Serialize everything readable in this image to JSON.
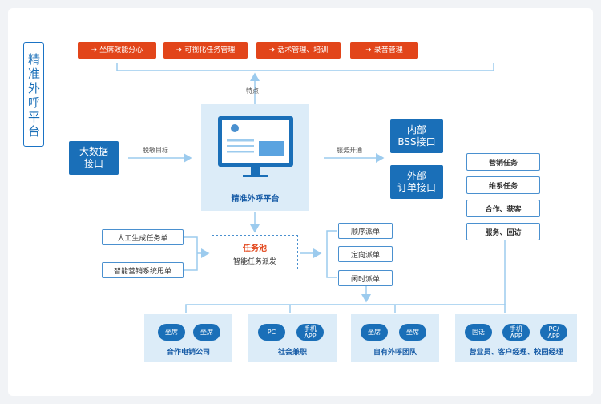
{
  "title": "精准外呼平台",
  "features": [
    "坐席效能分心",
    "可视化任务管理",
    "话术管理、培训",
    "录音管理"
  ],
  "feature_prefix": "➔",
  "features_label": "特点",
  "bigdata": "大数据\n接口",
  "desensitize_label": "脱敏目标",
  "platform_label": "精准外呼平台",
  "service_label": "服务开通",
  "bss": "内部\nBSS接口",
  "order": "外部\n订单接口",
  "right_tasks": [
    "营销任务",
    "维系任务",
    "合作、获客",
    "服务、回访"
  ],
  "sources": [
    "人工生成任务单",
    "智能营销系统甩单"
  ],
  "pool_title": "任务池",
  "pool_sub": "智能任务派发",
  "dispatch": [
    "顺序派单",
    "定向派单",
    "闲时派单"
  ],
  "groups": [
    {
      "label": "合作电销公司",
      "pills": [
        "坐席",
        "坐席"
      ]
    },
    {
      "label": "社会兼职",
      "pills": [
        "PC",
        "手机\nAPP"
      ]
    },
    {
      "label": "自有外呼团队",
      "pills": [
        "坐席",
        "坐席"
      ]
    },
    {
      "label": "营业员、客户经理、校园经理",
      "pills": [
        "固话",
        "手机\nAPP",
        "PC/\nAPP"
      ]
    }
  ],
  "colors": {
    "accent": "#e2451a",
    "brand": "#1a6fb8",
    "panel": "#dcecf8",
    "line": "#9ccbee"
  }
}
